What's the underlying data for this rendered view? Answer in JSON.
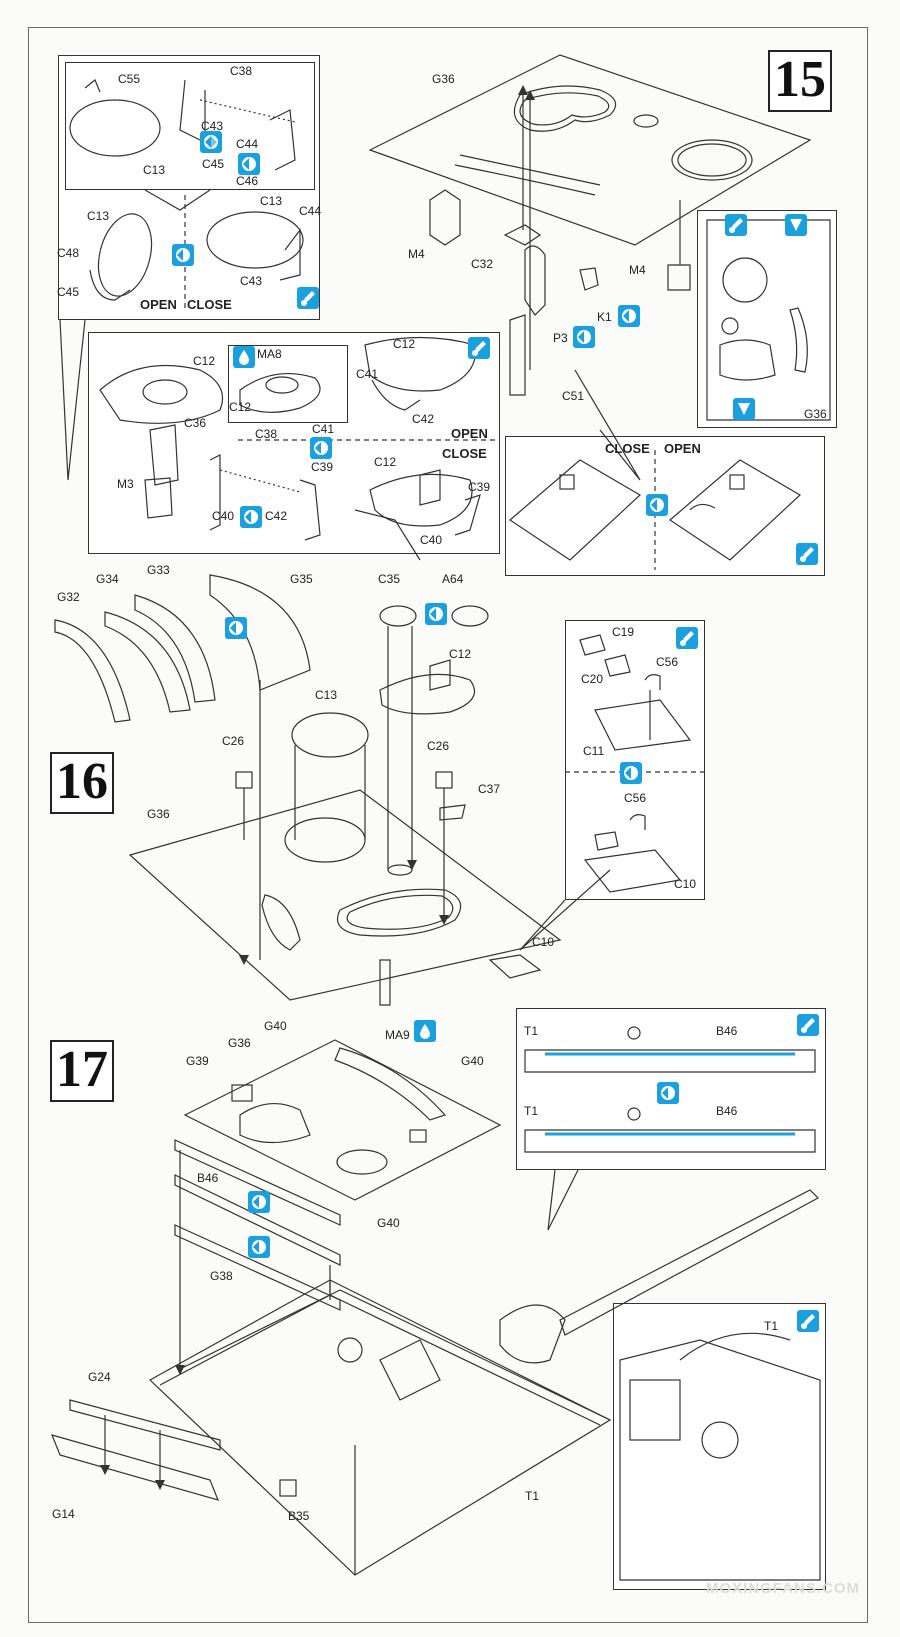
{
  "steps": {
    "s15": "15",
    "s16": "16",
    "s17": "17"
  },
  "texts": {
    "open": "OPEN",
    "close": "CLOSE",
    "watermark": "MOXINGFANS.COM"
  },
  "labels": {
    "C55": "C55",
    "C38": "C38",
    "C13": "C13",
    "C43": "C43",
    "C45": "C45",
    "C44": "C44",
    "C46": "C46",
    "C48": "C48",
    "G36": "G36",
    "M4": "M4",
    "C32": "C32",
    "K1": "K1",
    "P3": "P3",
    "C51": "C51",
    "C12": "C12",
    "MA8": "MA8",
    "C36": "C36",
    "M3": "M3",
    "C40": "C40",
    "C42": "C42",
    "C41": "C41",
    "C39": "C39",
    "G32": "G32",
    "G34": "G34",
    "G33": "G33",
    "G35": "G35",
    "C35": "C35",
    "A64": "A64",
    "C26": "C26",
    "C37": "C37",
    "C10": "C10",
    "C19": "C19",
    "C20": "C20",
    "C56": "C56",
    "C11": "C11",
    "G40": "G40",
    "G39": "G39",
    "MA9": "MA9",
    "T1": "T1",
    "B46": "B46",
    "G38": "G38",
    "G24": "G24",
    "G14": "G14",
    "B35": "B35"
  },
  "icons": {
    "option": "both-options-icon",
    "paint": "paint-brush-icon",
    "drill": "drill-hole-icon",
    "glue": "glue-drop-icon"
  },
  "colors": {
    "accent": "#1aa0dc",
    "line": "#333333"
  }
}
